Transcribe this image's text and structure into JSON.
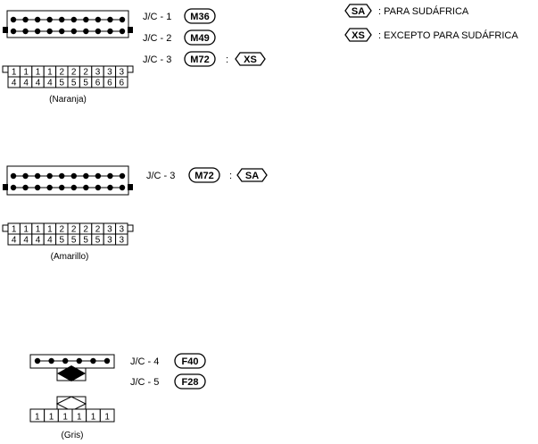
{
  "legend": {
    "sa": {
      "code": "SA",
      "text": ": PARA SUDÁFRICA"
    },
    "xs": {
      "code": "XS",
      "text": ": EXCEPTO PARA SUDÁFRICA"
    }
  },
  "group1": {
    "entries": [
      {
        "jc": "J/C - 1",
        "conn": "M36"
      },
      {
        "jc": "J/C - 2",
        "conn": "M49"
      },
      {
        "jc": "J/C - 3",
        "conn": "M72",
        "sep": ":",
        "tag": "XS"
      }
    ],
    "pins_top": [
      "1",
      "1",
      "1",
      "1",
      "2",
      "2",
      "2",
      "3",
      "3",
      "3"
    ],
    "pins_bottom": [
      "4",
      "4",
      "4",
      "4",
      "5",
      "5",
      "5",
      "6",
      "6",
      "6"
    ],
    "color": "(Naranja)"
  },
  "group2": {
    "entries": [
      {
        "jc": "J/C - 3",
        "conn": "M72",
        "sep": ":",
        "tag": "SA"
      }
    ],
    "pins_top": [
      "1",
      "1",
      "1",
      "1",
      "2",
      "2",
      "2",
      "2",
      "3",
      "3"
    ],
    "pins_bottom": [
      "4",
      "4",
      "4",
      "4",
      "5",
      "5",
      "5",
      "5",
      "3",
      "3"
    ],
    "color": "(Amarillo)"
  },
  "group3": {
    "entries": [
      {
        "jc": "J/C - 4",
        "conn": "F40"
      },
      {
        "jc": "J/C - 5",
        "conn": "F28"
      }
    ],
    "pins": [
      "1",
      "1",
      "1",
      "1",
      "1",
      "1"
    ],
    "color": "(Gris)"
  }
}
